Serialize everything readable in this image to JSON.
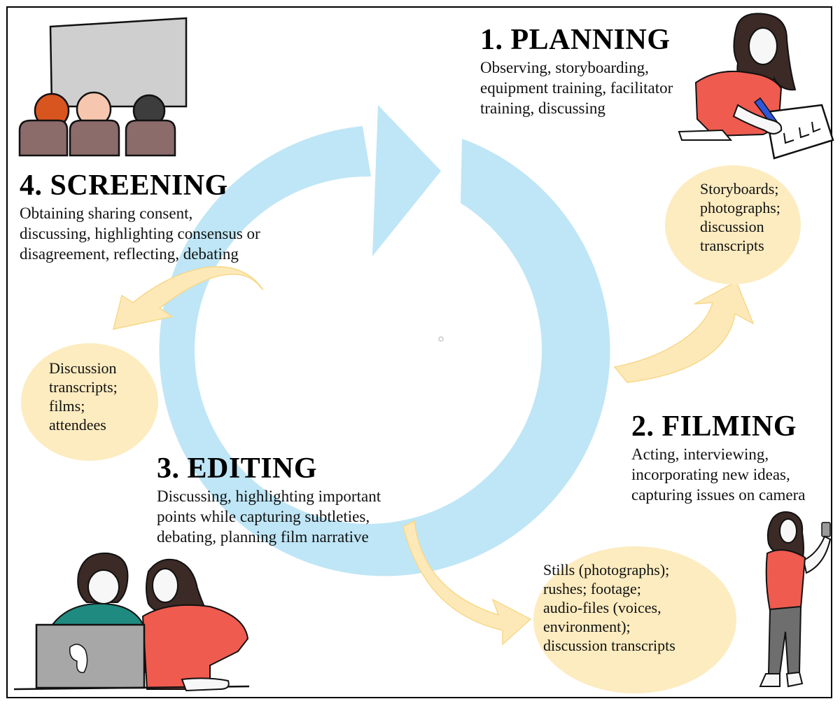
{
  "colors": {
    "cycle_arrow": "#bfe6f6",
    "output_arrow": "#fde9b8",
    "output_arrow_edge": "#f7d889",
    "bubble": "#fdecc0",
    "shirt_red": "#ef5b4f",
    "hair": "#3b2a25",
    "seat": "#8c6b6b",
    "screen": "#cfcfcf",
    "laptop": "#a7a7a7",
    "teal_shirt": "#1f8a80",
    "pen": "#2f57d8",
    "trousers": "#6e6e6e"
  },
  "planning": {
    "title": "1. PLANNING",
    "lines": [
      "Observing, storyboarding,",
      "equipment training, facilitator",
      "training, discussing"
    ],
    "outputs": [
      "Storyboards;",
      "photographs;",
      "discussion",
      "transcripts"
    ]
  },
  "filming": {
    "title": "2. FILMING",
    "lines": [
      "Acting, interviewing,",
      "incorporating new ideas,",
      "capturing issues on camera"
    ],
    "outputs": [
      "Stills (photographs);",
      "rushes; footage;",
      "audio-files (voices,",
      "environment);",
      "discussion transcripts"
    ]
  },
  "editing": {
    "title": "3. EDITING",
    "lines": [
      "Discussing, highlighting important",
      "points while capturing subtleties,",
      "debating, planning film narrative"
    ]
  },
  "screening": {
    "title": "4. SCREENING",
    "lines": [
      "Obtaining sharing consent,",
      "discussing, highlighting consensus or",
      "disagreement, reflecting, debating"
    ],
    "outputs": [
      "Discussion",
      "transcripts;",
      "films;",
      "attendees"
    ]
  },
  "icons": {
    "planning": "person-drawing-storyboard-icon",
    "filming": "person-taking-selfie-icon",
    "editing": "people-at-laptop-icon",
    "screening": "audience-watching-screen-icon"
  }
}
